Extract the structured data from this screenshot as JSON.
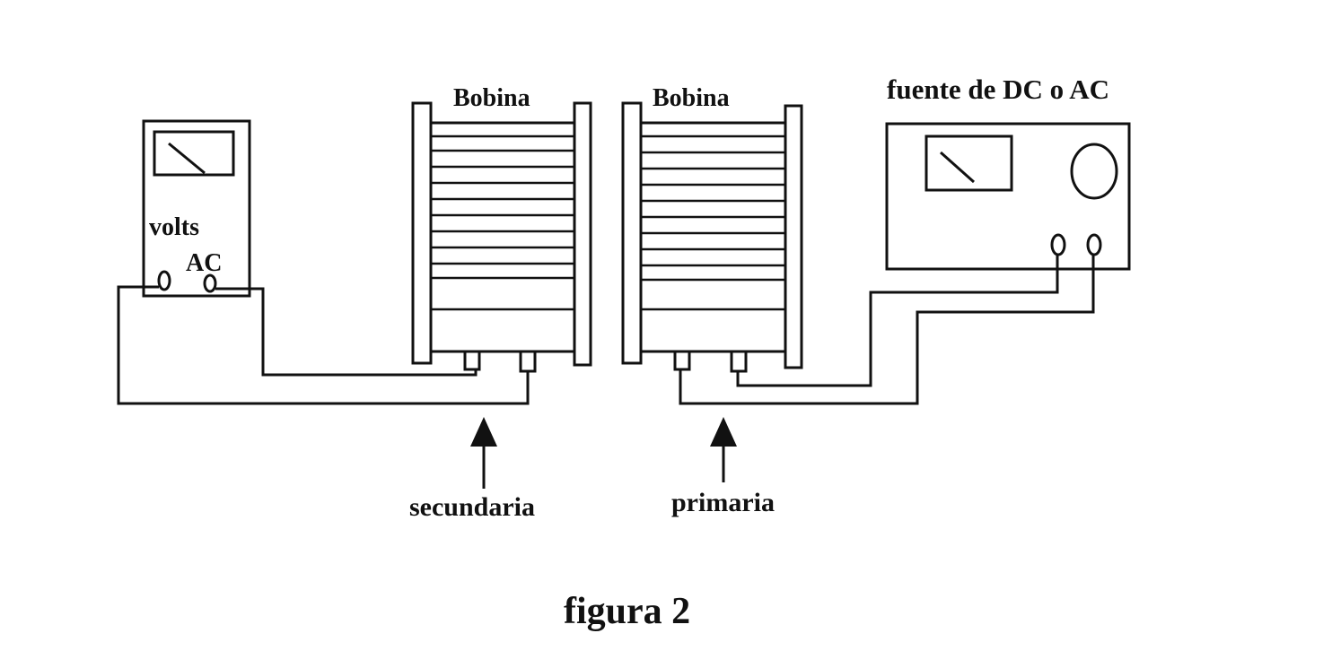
{
  "labels": {
    "coil_left": "Bobina",
    "coil_right": "Bobina",
    "source": "fuente de DC o AC",
    "meter_line1": "volts",
    "meter_line2": "AC",
    "secondary": "secundaria",
    "primary": "primaria",
    "figure": "figura 2"
  },
  "colors": {
    "ink": "#111111",
    "paper": "#ffffff"
  }
}
